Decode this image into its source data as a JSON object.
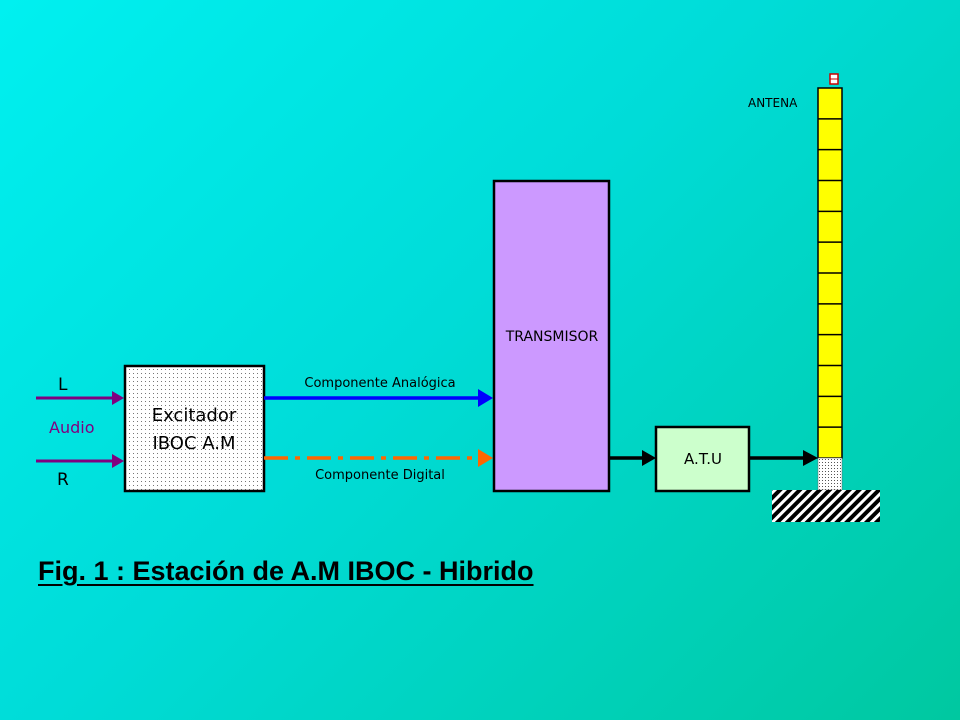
{
  "inputs": {
    "left": "L",
    "audio": "Audio",
    "right": "R"
  },
  "exciter": {
    "line1": "Excitador",
    "line2": "IBOC A.M"
  },
  "signals": {
    "analog": "Componente Analógica",
    "digital": "Componente Digital"
  },
  "transmitter": {
    "label": "TRANSMISOR"
  },
  "atu": {
    "label": "A.T.U"
  },
  "antenna": {
    "label": "ANTENA"
  },
  "caption": "Fig. 1 : Estación de A.M  IBOC - Hibrido",
  "colors": {
    "analog_line": "#0000ff",
    "digital_line": "#ff6600",
    "input_lines": "#800080",
    "transmitter_fill": "#cc99ff",
    "atu_fill": "#ccffcc",
    "antenna_fill": "#ffff00",
    "audio_text": "#800080"
  }
}
